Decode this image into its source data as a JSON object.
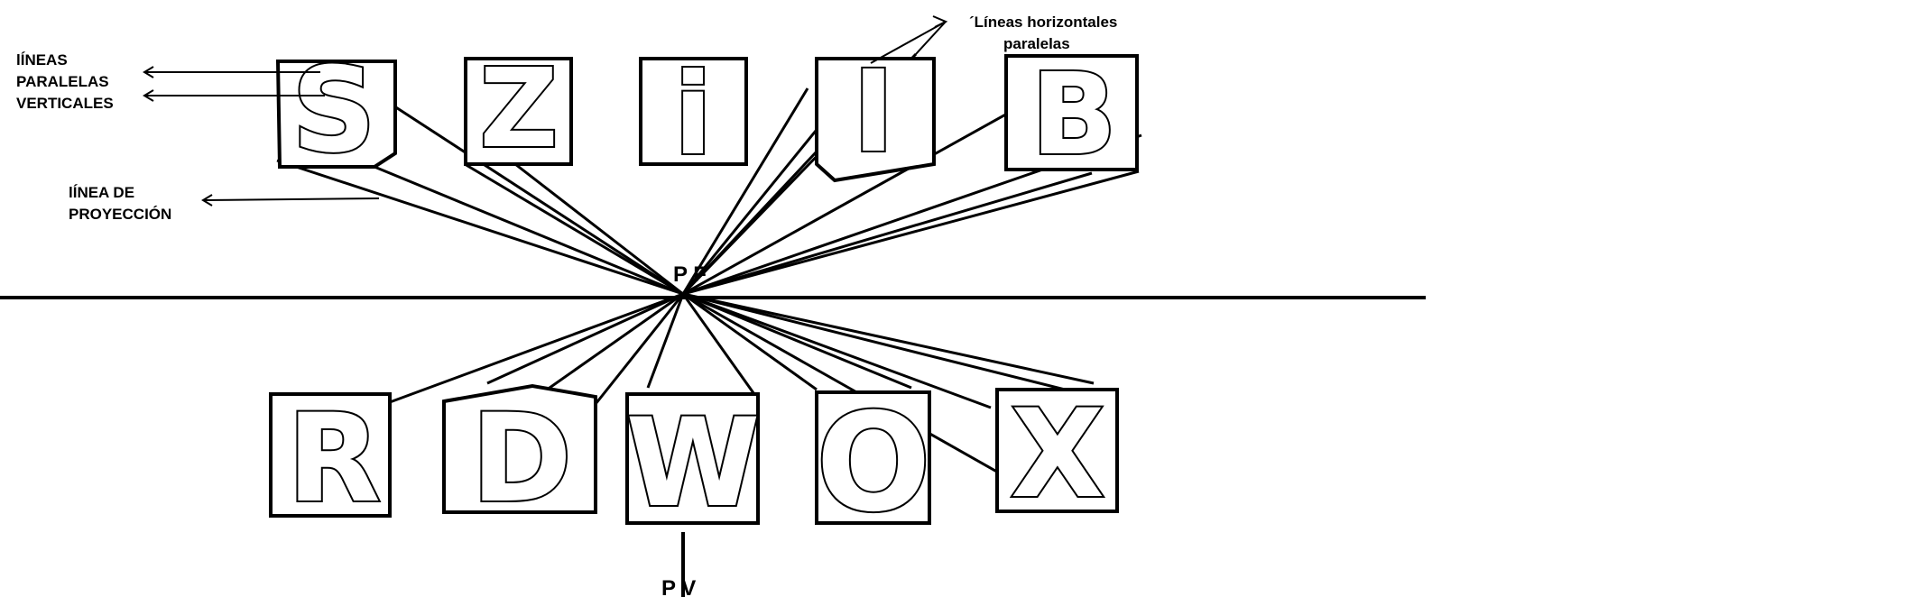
{
  "points": {
    "pf_label": "P F",
    "pv_label": "P V"
  },
  "labels": {
    "vertical_parallel": [
      "lÍNEAS",
      "PARALELAS",
      "VERTICALES"
    ],
    "projection_line": [
      "lÍNEA DE",
      "PROYECCIÓN"
    ],
    "horizontal_parallel": [
      "´Líneas horizontales",
      "paralelas"
    ]
  },
  "letters": {
    "top_row": [
      "S",
      "Z",
      "i",
      "I",
      "B"
    ],
    "bottom_row": [
      "R",
      "D",
      "W",
      "O",
      "X"
    ]
  },
  "colors": {
    "ink": "#000000",
    "background": "#ffffff"
  }
}
